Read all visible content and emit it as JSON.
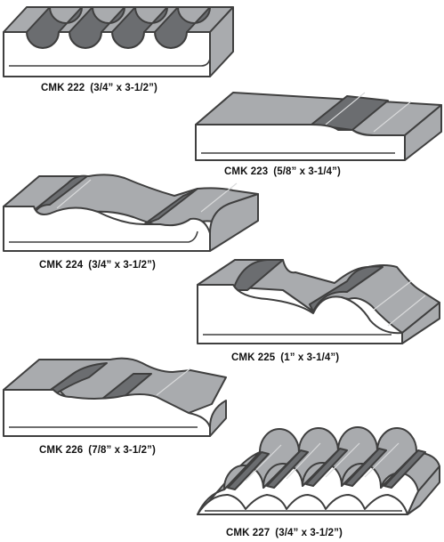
{
  "profiles": [
    {
      "code": "CMK 222",
      "size": "(3/4” x 3-1/2”)"
    },
    {
      "code": "CMK 223",
      "size": "(5/8” x 3-1/4”)"
    },
    {
      "code": "CMK 224",
      "size": "(3/4” x 3-1/2”)"
    },
    {
      "code": "CMK 225",
      "size": "(1” x 3-1/4”)"
    },
    {
      "code": "CMK 226",
      "size": "(7/8” x 3-1/2”)"
    },
    {
      "code": "CMK 227",
      "size": "(3/4” x 3-1/2”)"
    }
  ],
  "colors": {
    "surface": "#a9abae",
    "shadow": "#6b6d70",
    "outline": "#3f3f3f"
  }
}
